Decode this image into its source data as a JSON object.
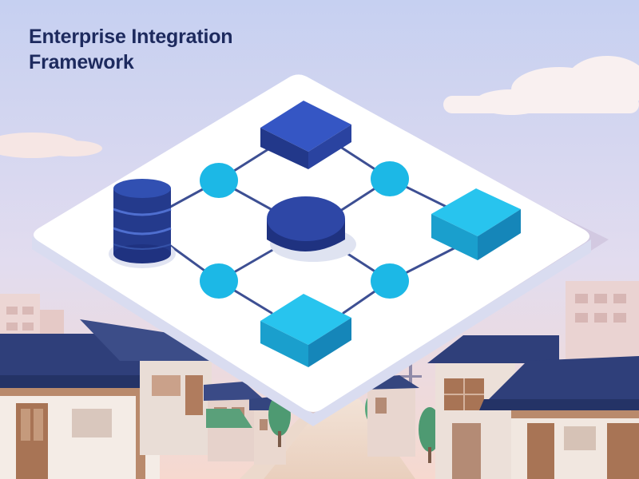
{
  "title": {
    "line1": "Enterprise Integration",
    "line2": "Framework"
  },
  "colors": {
    "sky_top": "#c6d0f1",
    "sky_bottom": "#f6d9cf",
    "platform": "#ffffff",
    "connector": "#3d4f93",
    "dark_blue": "#2e47a6",
    "cyan": "#1eb4e0",
    "node_circle": "#1cb8e6",
    "roof": "#2f3f7a",
    "wall": "#f4ece6"
  },
  "diagram": {
    "components": [
      {
        "name": "database-cylinder-icon",
        "kind": "database",
        "color": "dark_blue"
      },
      {
        "name": "central-hub-disc",
        "kind": "hub",
        "color": "dark_blue"
      },
      {
        "name": "service-block-top",
        "kind": "block",
        "color": "dark_blue"
      },
      {
        "name": "service-block-right",
        "kind": "block",
        "color": "cyan"
      },
      {
        "name": "service-block-bottom",
        "kind": "block",
        "color": "cyan"
      }
    ],
    "junctions": 4
  }
}
